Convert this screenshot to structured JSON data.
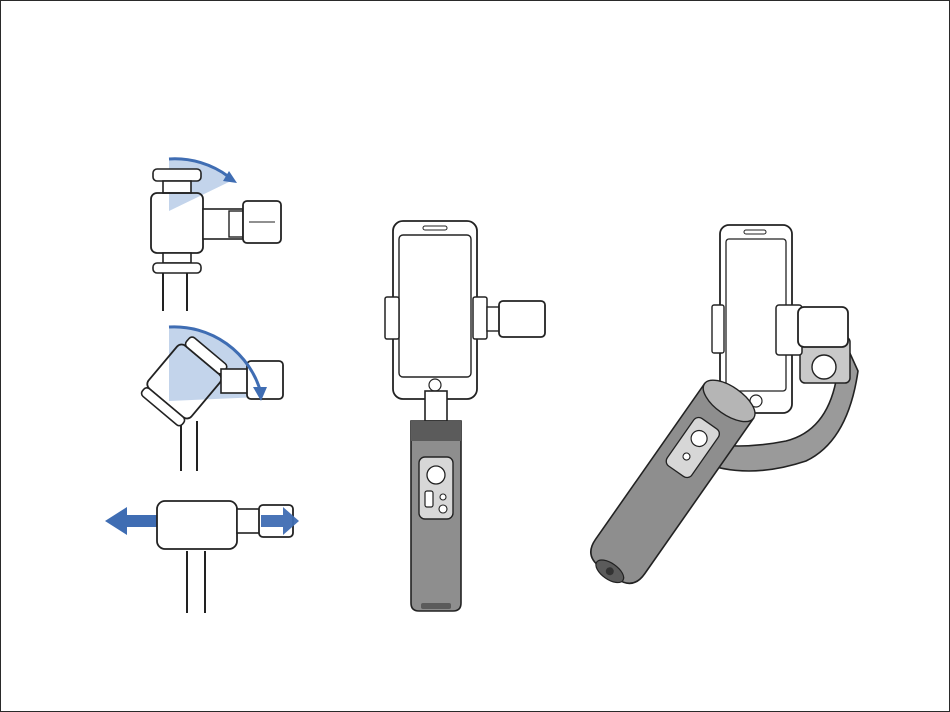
{
  "colors": {
    "line": "#222222",
    "accent": "#3f6db3",
    "accent_fill": "#b9cde8",
    "fill_light": "#ffffff",
    "fill_grey": "#8e8e8e",
    "fill_dark": "#5b5b5b"
  },
  "figures": [
    {
      "name": "gimbal-motor-tilt-up",
      "icon": "rotation-arrow-icon"
    },
    {
      "name": "gimbal-motor-tilt-angled",
      "icon": "rotation-arrow-icon"
    },
    {
      "name": "gimbal-arm-extend",
      "icon": "double-arrow-icon"
    },
    {
      "name": "gimbal-front-view",
      "icon": "phone-icon"
    },
    {
      "name": "gimbal-perspective-view",
      "icon": "phone-icon"
    }
  ]
}
